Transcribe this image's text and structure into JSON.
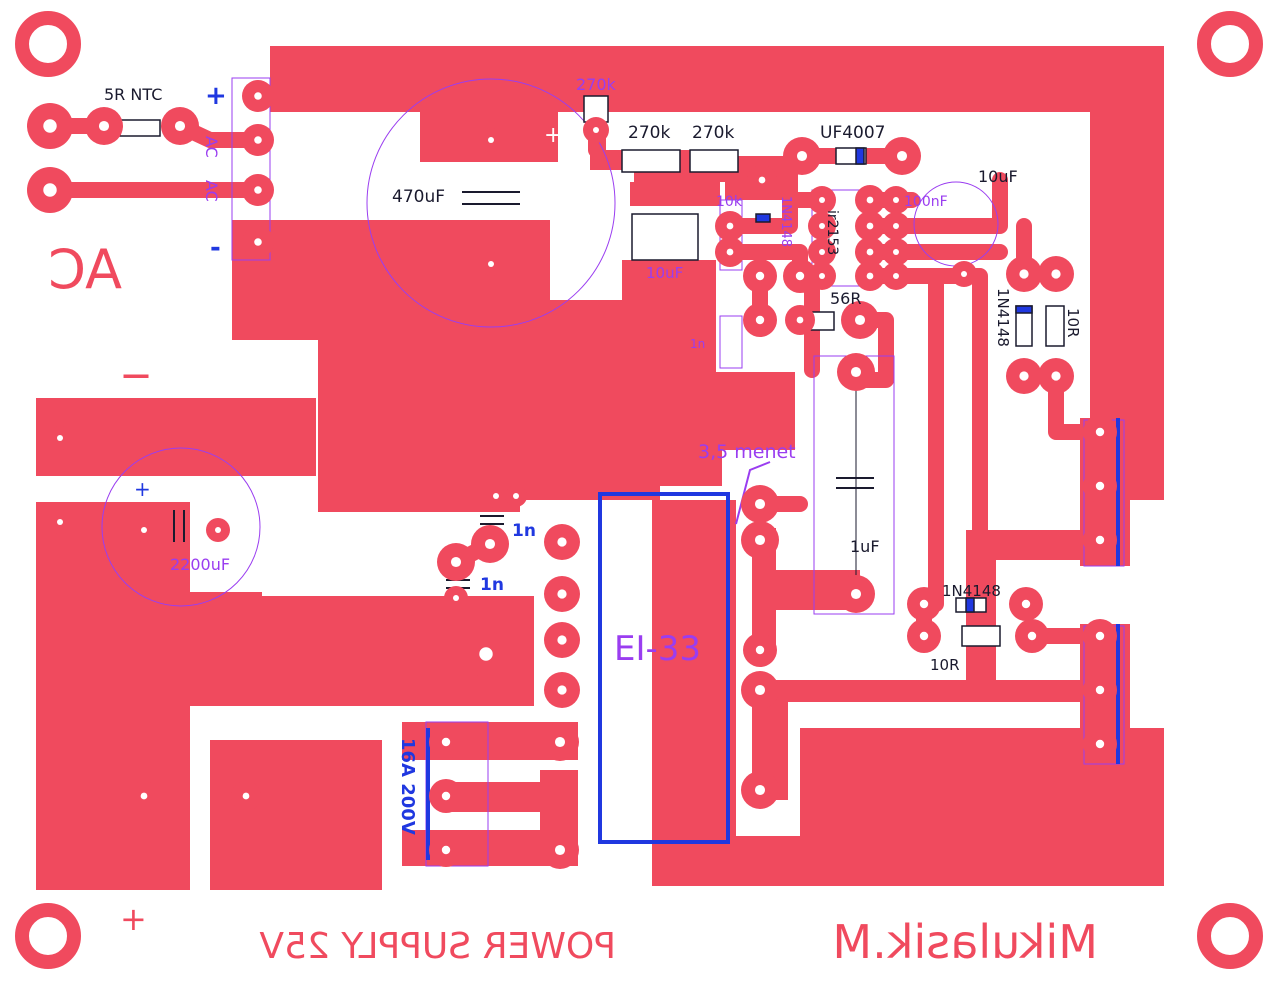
{
  "colors": {
    "copper": "#f04a5e",
    "silk": "#9a3df0",
    "blue": "#2038e0",
    "background": "#ffffff",
    "component_text": "#1a1a2e"
  },
  "labels": {
    "ntc": "5R NTC",
    "plus_top": "+",
    "ac1": "AC",
    "ac2": "AC",
    "minus_top": "-",
    "ac_big": "AC",
    "cap470": "470uF",
    "cap470_plus": "+",
    "r270_top": "270k",
    "r270_a": "270k",
    "r270_b": "270k",
    "uf4007": "UF4007",
    "cap10uf_right": "10uF",
    "r10k": "10k",
    "d1n4148_a": "1N4148",
    "ic": "ir2153",
    "cap100nf": "100nF",
    "cap10uf_left": "10uF",
    "cap1n_small": "1n",
    "r56": "56R",
    "d1n4148_right": "1N4148",
    "r10_right": "10R",
    "minus_left": "—",
    "cap2200_plus": "+",
    "cap2200": "2200uF",
    "wire_note": "3,5 menet",
    "cap1n_a": "1n",
    "cap1n_b": "1n",
    "cap1uf": "1uF",
    "transformer": "EI-33",
    "d1n4148_low": "1N4148",
    "r10_low": "10R",
    "bridge": "16A 200V",
    "plus_bottom": "+",
    "title": "POWER SUPPLY 25V",
    "author": "Mikulasik.M"
  }
}
